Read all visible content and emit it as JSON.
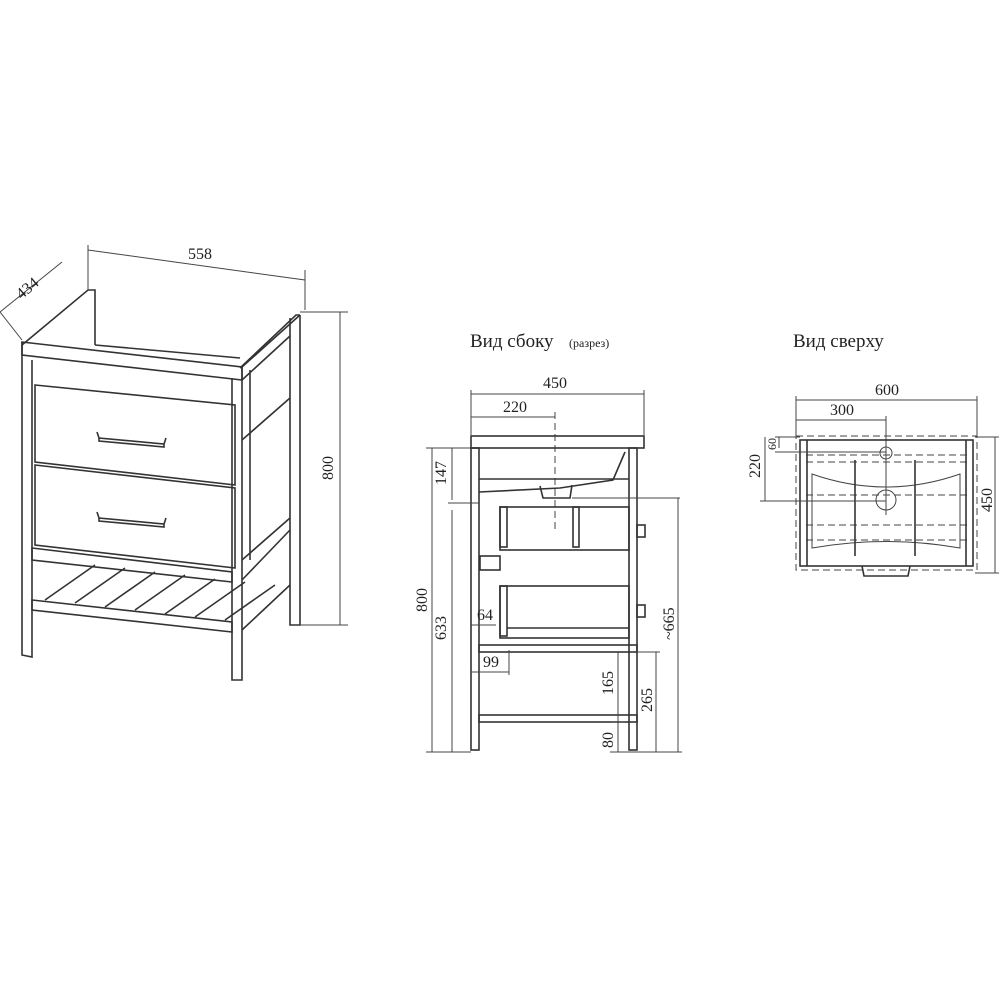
{
  "iso_view": {
    "width": "558",
    "depth": "434",
    "height": "800"
  },
  "side_view": {
    "title": "Вид сбоку",
    "subtitle": "(разрез)",
    "dims": {
      "depth": "450",
      "drain_offset": "220",
      "basin": "147",
      "height": "800",
      "height_633": "633",
      "d64": "64",
      "d99": "99",
      "d665": "~665",
      "d165": "165",
      "d265": "265",
      "d80": "80"
    }
  },
  "top_view": {
    "title": "Вид сверху",
    "dims": {
      "width": "600",
      "center": "300",
      "d60": "60",
      "d220": "220",
      "depth": "450"
    }
  }
}
